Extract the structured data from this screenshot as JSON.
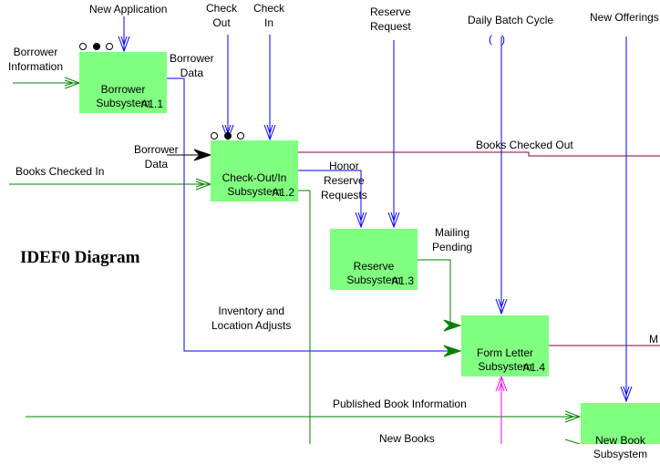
{
  "title": "IDEF0 Diagram",
  "boxes": {
    "a11": {
      "name": "Borrower\nSubsystem",
      "node": "A1.1"
    },
    "a12": {
      "name": "Check-Out/In\nSubsystem",
      "node": "A1.2"
    },
    "a13": {
      "name": "Reserve\nSubsystem",
      "node": "A1.3"
    },
    "a14": {
      "name": "Form Letter\nSubsystem",
      "node": "A1.4"
    },
    "a15": {
      "name": "New Book\nSubsystem"
    }
  },
  "labels": {
    "new_application": "New Application",
    "check_out": "Check\nOut",
    "check_in": "Check\nIn",
    "reserve_request": "Reserve\nRequest",
    "daily_batch_cycle": "Daily Batch Cycle",
    "daily_batch_parens": "(   )",
    "new_offerings": "New Offerings",
    "borrower_information": "Borrower\nInformation",
    "borrower_data_1": "Borrower\nData",
    "borrower_data_2": "Borrower\nData",
    "books_checked_in": "Books Checked In",
    "books_checked_out": "Books Checked Out",
    "honor_reserve_requests": "Honor\nReserve\nRequests",
    "mailing_pending": "Mailing\nPending",
    "inventory_location": "Inventory and\nLocation Adjusts",
    "published_book_information": "Published Book Information",
    "new_books": "New Books",
    "m_cut": "M"
  },
  "colors": {
    "box_fill": "#80ff80",
    "control_arrow": "#0000ff",
    "input_arrow": "#008000",
    "output_line": "#800040",
    "mechanism_arrow": "#ff00ff"
  }
}
